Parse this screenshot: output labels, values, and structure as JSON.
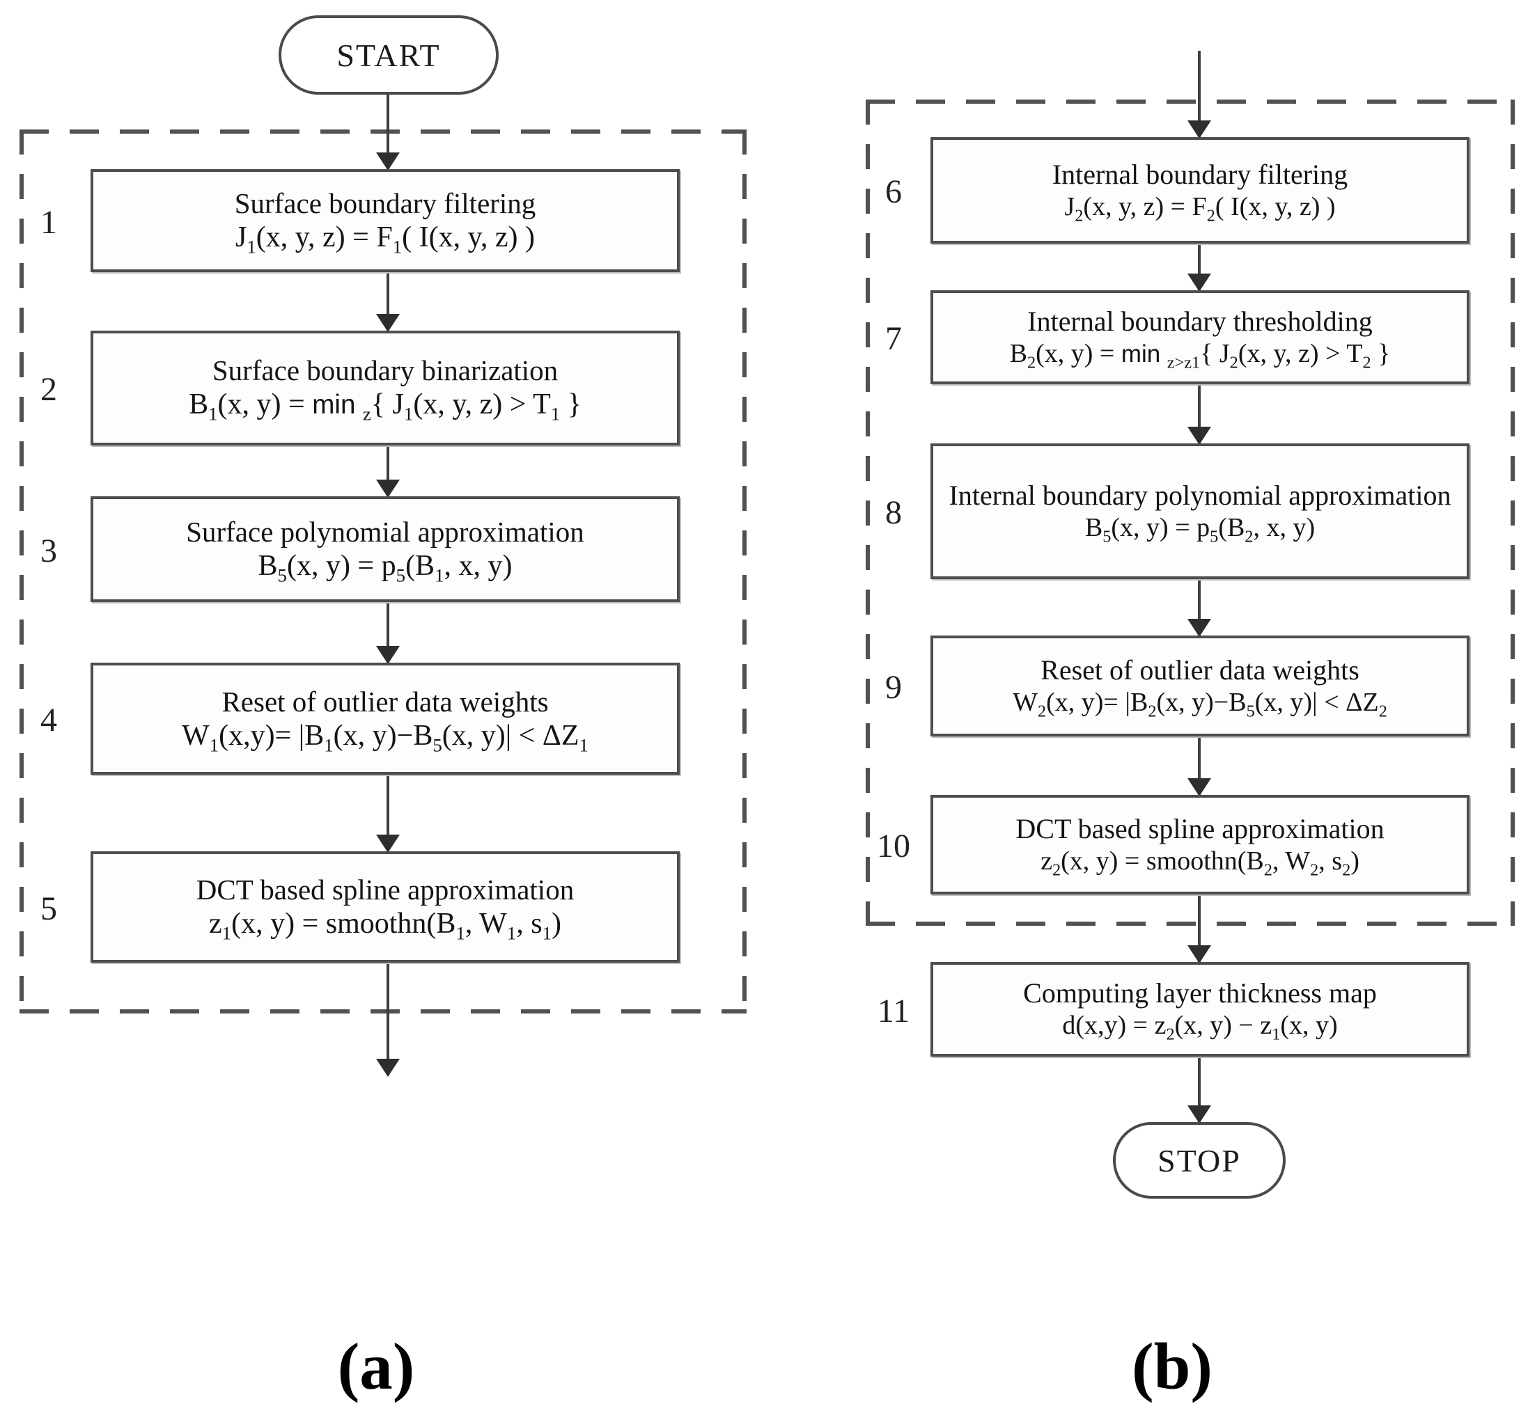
{
  "figure": {
    "type": "flowchart",
    "colors": {
      "line": "#4a4a4a",
      "text": "#141414",
      "background": "#ffffff"
    },
    "flow_a": {
      "label": "(a)",
      "start_label": "START",
      "steps": [
        {
          "num": "1",
          "title": "Surface boundary filtering",
          "formula": "J_{1}(x, y, z) = F_{1}( I(x, y, z) )"
        },
        {
          "num": "2",
          "title": "Surface boundary binarization",
          "formula": "B_{1}(x, y) = min _{z}{ J_{1}(x, y, z) > T_{1} }"
        },
        {
          "num": "3",
          "title": "Surface polynomial approximation",
          "formula": "B_{5}(x, y) = p_{5}(B_{1}, x, y)"
        },
        {
          "num": "4",
          "title": "Reset of outlier data weights",
          "formula": "W_{1}(x,y)= |B_{1}(x, y)−B_{5}(x, y)| < ΔZ_{1}"
        },
        {
          "num": "5",
          "title": "DCT based spline approximation",
          "formula": "z_{1}(x, y) = smoothn(B_{1}, W_{1}, s_{1})"
        }
      ]
    },
    "flow_b": {
      "label": "(b)",
      "stop_label": "STOP",
      "steps": [
        {
          "num": "6",
          "title": "Internal boundary filtering",
          "formula": "J_{2}(x, y, z) = F_{2}( I(x, y, z) )"
        },
        {
          "num": "7",
          "title": "Internal boundary thresholding",
          "formula": "B_{2}(x, y) = min _{z>z1}{ J_{2}(x, y, z) > T_{2} }"
        },
        {
          "num": "8",
          "title": "Internal boundary polynomial approximation",
          "formula": "B_{5}(x, y) = p_{5}(B_{2}, x, y)"
        },
        {
          "num": "9",
          "title": "Reset of outlier data weights",
          "formula": "W_{2}(x, y)= |B_{2}(x, y)−B_{5}(x, y)| < ΔZ_{2}"
        },
        {
          "num": "10",
          "title": "DCT based spline approximation",
          "formula": "z_{2}(x, y) = smoothn(B_{2}, W_{2}, s_{2})"
        },
        {
          "num": "11",
          "title": "Computing layer thickness map",
          "formula": "d(x,y) = z_{2}(x, y) − z_{1}(x, y)"
        }
      ]
    }
  }
}
